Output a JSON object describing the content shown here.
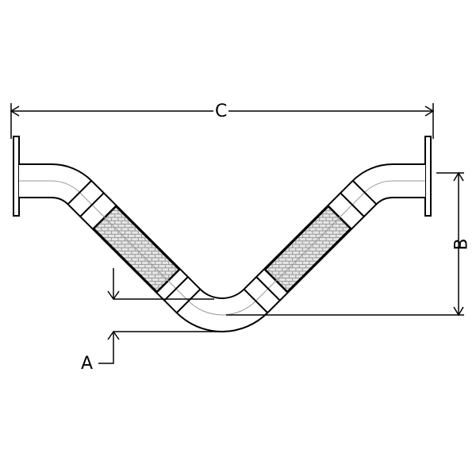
{
  "dimensions": {
    "a_label": "A",
    "b_label": "B",
    "c_label": "C"
  },
  "colors": {
    "line": "#000000",
    "centerline": "#999999",
    "braid": "#cccccc"
  }
}
